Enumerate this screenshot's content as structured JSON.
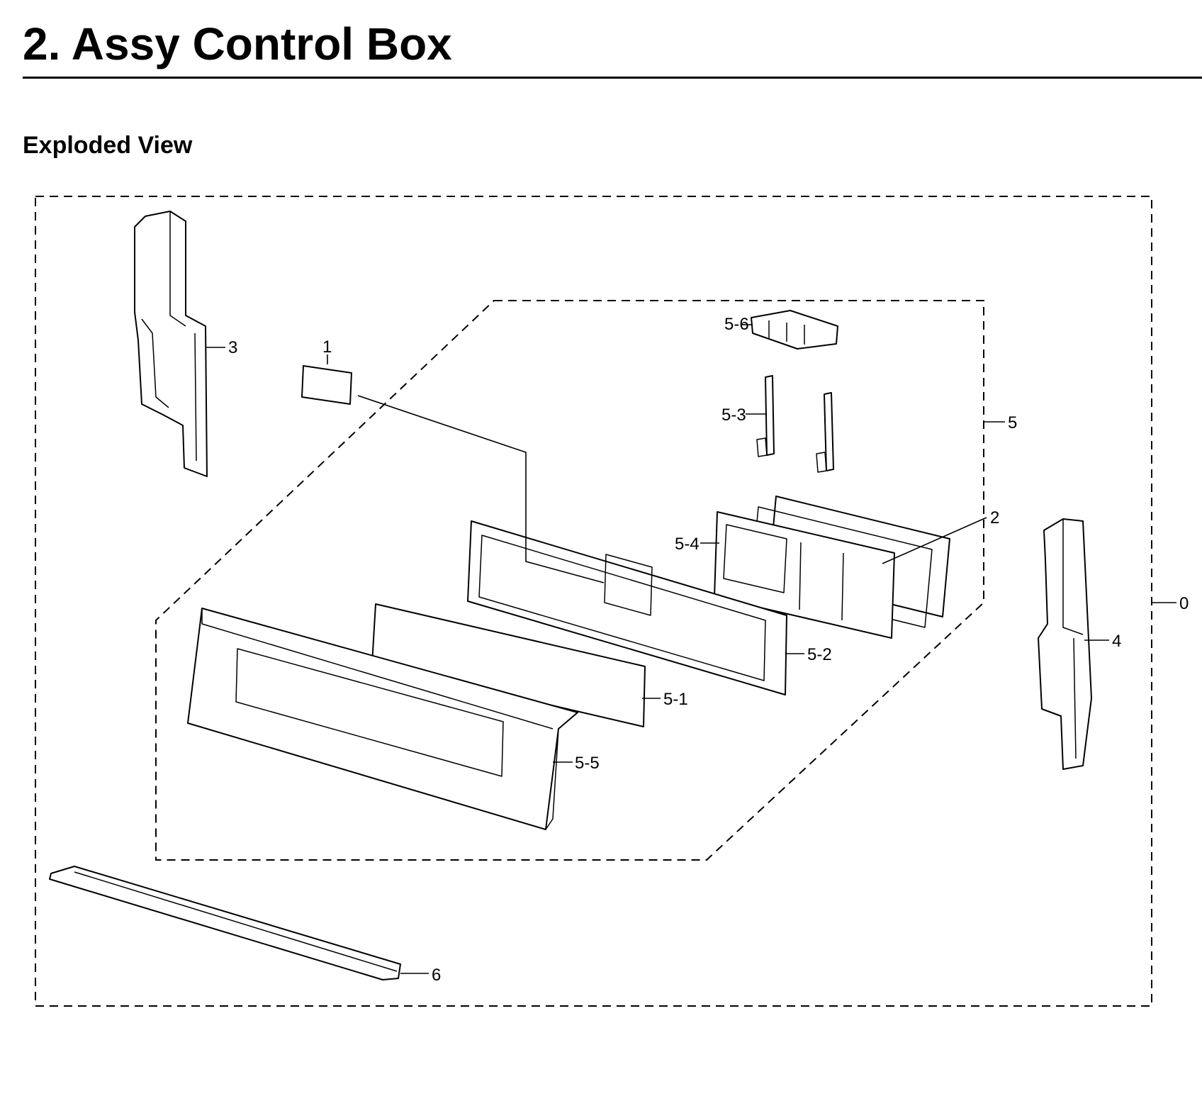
{
  "header": {
    "title": "2.  Assy Control Box",
    "subtitle": "Exploded View"
  },
  "callouts": {
    "c1": "1",
    "c2": "2",
    "c3": "3",
    "c4": "4",
    "c5": "5",
    "c5_1": "5-1",
    "c5_2": "5-2",
    "c5_3": "5-3",
    "c5_4": "5-4",
    "c5_5": "5-5",
    "c5_6": "5-6",
    "c6": "6",
    "c0": "0"
  }
}
